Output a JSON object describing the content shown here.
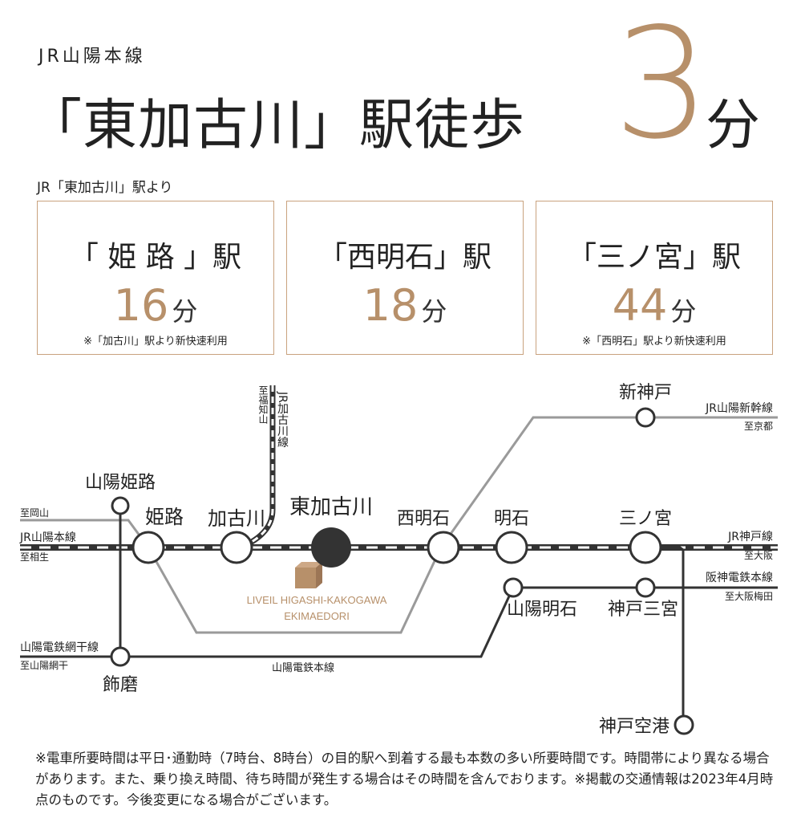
{
  "header": {
    "line_name": "JR山陽本線",
    "headline": "「東加古川」駅徒歩",
    "minutes": "3",
    "minutes_unit": "分",
    "from_label": "JR「東加古川」駅より"
  },
  "boxes": [
    {
      "station": "「 姫 路 」駅",
      "minutes": "16",
      "unit": "分",
      "note": "※「加古川」駅より新快速利用"
    },
    {
      "station": "「西明石」駅",
      "minutes": "18",
      "unit": "分",
      "note": ""
    },
    {
      "station": "「三ノ宮」駅",
      "minutes": "44",
      "unit": "分",
      "note": "※「西明石」駅より新快速利用"
    }
  ],
  "map": {
    "stations": {
      "sanyo_himeji": "山陽姫路",
      "himeji": "姫路",
      "kakogawa": "加古川",
      "higashi_kakogawa": "東加古川",
      "nishi_akashi": "西明石",
      "akashi": "明石",
      "sannomiya": "三ノ宮",
      "shin_kobe": "新神戸",
      "sanyo_akashi": "山陽明石",
      "kobe_sannomiya": "神戸三宮",
      "shikama": "飾磨",
      "kobe_airport": "神戸空港"
    },
    "lines": {
      "jr_sanyo_main": "JR山陽本線",
      "to_aioi": "至相生",
      "to_okayama": "至岡山",
      "jr_kakogawa_line": "JR加古川線",
      "to_fukuchiyama": "至福知山",
      "jr_sanyo_shinkansen": "JR山陽新幹線",
      "to_kyoto": "至京都",
      "jr_kobe_line": "JR神戸線",
      "to_osaka": "至大阪",
      "hanshin_main": "阪神電鉄本線",
      "to_osaka_umeda": "至大阪梅田",
      "sanyo_aboshi_line": "山陽電鉄網干線",
      "to_sanyo_aboshi": "至山陽網干",
      "sanyo_main": "山陽電鉄本線"
    },
    "property": {
      "name_line1": "LIVEIL HIGASHI-KAKOGAWA",
      "name_line2": "EKIMAEDORI"
    }
  },
  "footnote": "※電車所要時間は平日･通勤時（7時台、8時台）の目的駅へ到着する最も本数の多い所要時間です。時間帯により異なる場合があります。また、乗り換え時間、待ち時間が発生する場合はその時間を含んでおります。※掲載の交通情報は2023年4月時点のものです。今後変更になる場合がございます。",
  "colors": {
    "accent": "#b7906a",
    "box_border": "#c9a27e",
    "line_gray": "#9a9a9a",
    "line_dark": "#333333"
  }
}
